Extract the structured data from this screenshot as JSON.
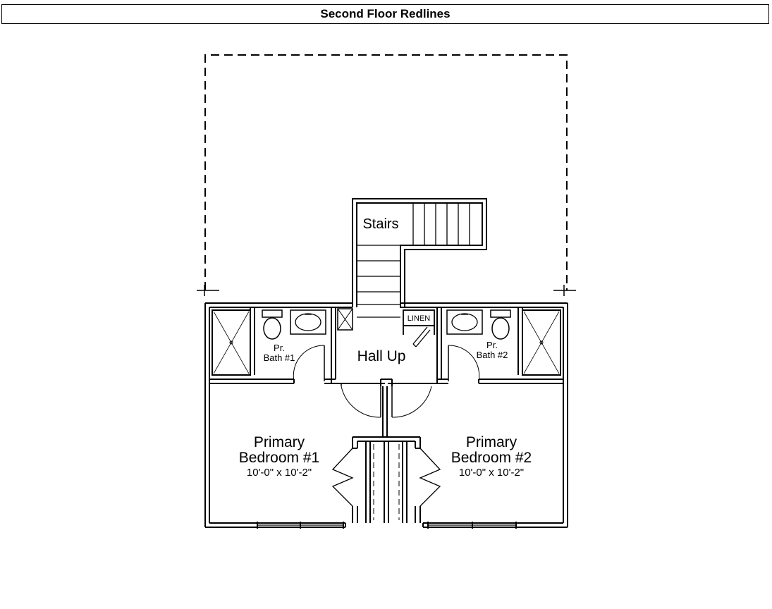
{
  "header": {
    "title": "Second Floor Redlines"
  },
  "rooms": {
    "stairs": {
      "label": "Stairs"
    },
    "hall": {
      "label": "Hall Up"
    },
    "linen": {
      "label": "LINEN"
    },
    "bath1": {
      "line1": "Pr.",
      "line2": "Bath #1"
    },
    "bath2": {
      "line1": "Pr.",
      "line2": "Bath #2"
    },
    "bedroom1": {
      "line1": "Primary",
      "line2": "Bedroom #1",
      "size": "10'-0\" x 10'-2\""
    },
    "bedroom2": {
      "line1": "Primary",
      "line2": "Bedroom #2",
      "size": "10'-0\" x 10'-2\""
    }
  },
  "colors": {
    "line": "#000000",
    "background": "#ffffff"
  }
}
